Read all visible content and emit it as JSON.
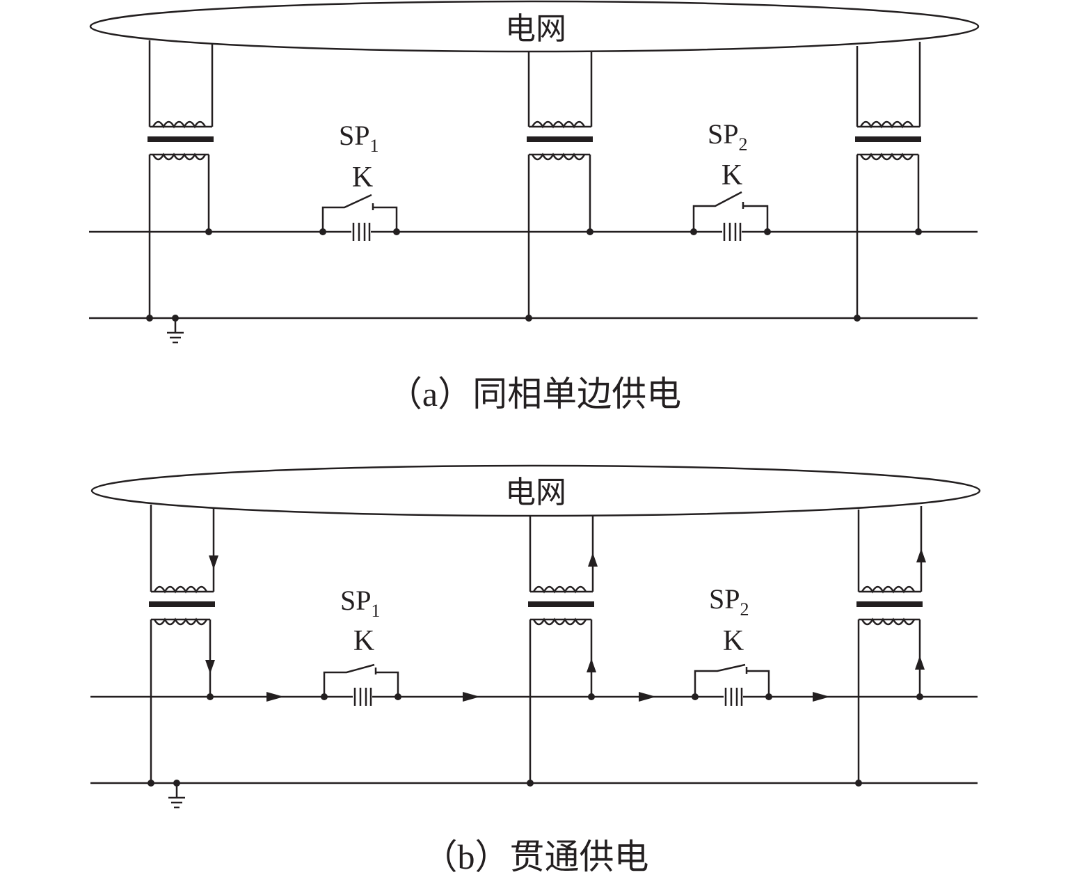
{
  "panels": [
    {
      "id": "a",
      "grid_label": "电网",
      "caption": "（a）同相单边供电",
      "switches": [
        {
          "name": "SP",
          "sub": "1",
          "k": "K"
        },
        {
          "name": "SP",
          "sub": "2",
          "k": "K"
        }
      ],
      "show_current_arrows": false
    },
    {
      "id": "b",
      "grid_label": "电网",
      "caption": "（b）贯通供电",
      "switches": [
        {
          "name": "SP",
          "sub": "1",
          "k": "K"
        },
        {
          "name": "SP",
          "sub": "2",
          "k": "K"
        }
      ],
      "show_current_arrows": true
    }
  ],
  "colors": {
    "line": "#231f20",
    "background": "#ffffff"
  }
}
